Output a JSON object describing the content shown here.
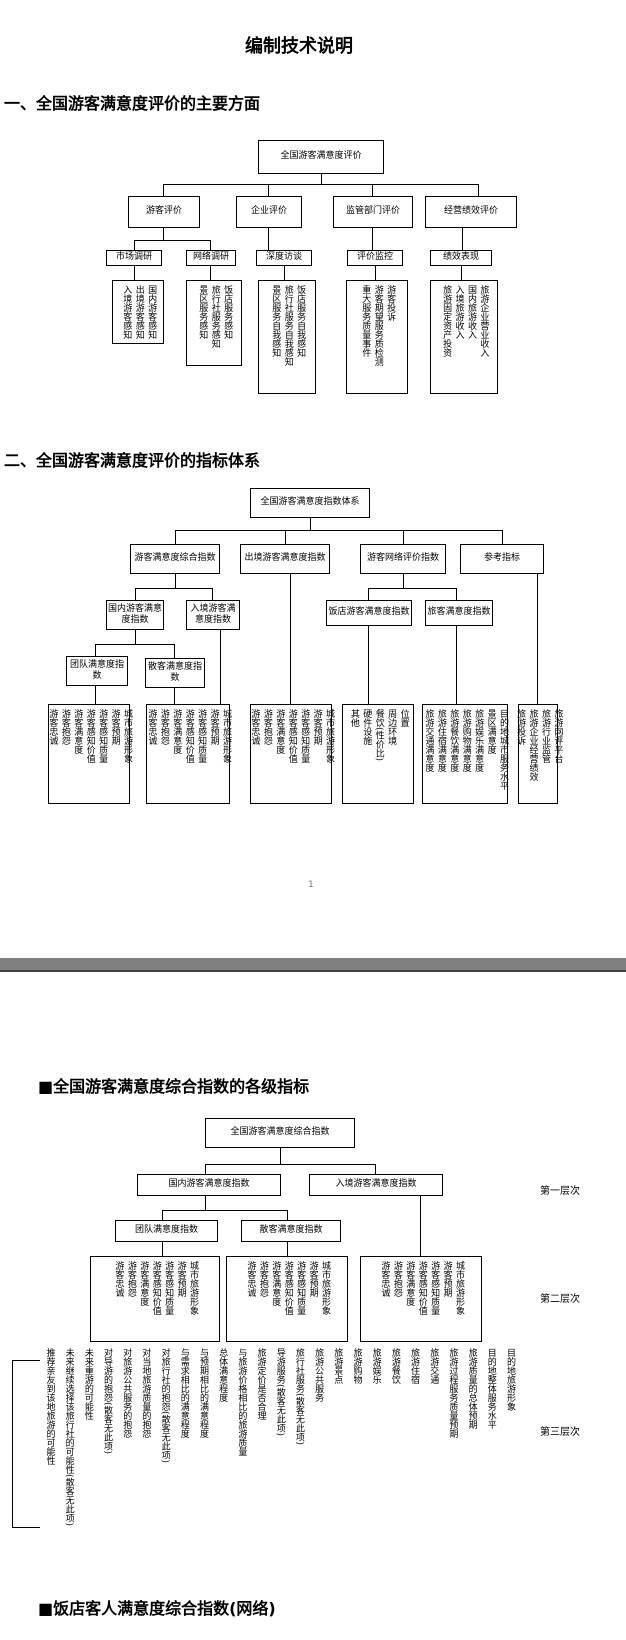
{
  "page1": {
    "title": "编制技术说明",
    "sec1": "一、全国游客满意度评价的主要方面",
    "sec1_root": "全国游客满意度评价",
    "sec1_l2": [
      "游客评价",
      "企业评价",
      "监管部门评价",
      "经营绩效评价"
    ],
    "sec1_l3": [
      "市场调研",
      "网络调研",
      "深度访谈",
      "评价监控",
      "绩效表现"
    ],
    "sec1_leaf1": [
      "入境游客感知",
      "出境游客感知",
      "国内游客感知"
    ],
    "sec1_leaf2": [
      "景区服务感知",
      "旅行社服务感知",
      "饭店服务感知"
    ],
    "sec1_leaf3": [
      "景区服务自我感知",
      "旅行社服务自我感知",
      "饭店服务自我感知"
    ],
    "sec1_leaf4": [
      "重大服务质量事件",
      "游客期望服务质检测",
      "游客投诉"
    ],
    "sec1_leaf5": [
      "旅游固定资产投资",
      "入境旅游收入",
      "国内旅游收入",
      "旅游企业营业收入"
    ],
    "sec2": "二、全国游客满意度评价的指标体系",
    "sec2_root": "全国游客满意度指数体系",
    "sec2_l2": [
      "游客满意度综合指数",
      "出境游客满意度指数",
      "游客网络评价指数",
      "参考指标"
    ],
    "sec2_l3a": [
      "国内游客满意度指数",
      "入境游客满意度指数"
    ],
    "sec2_l3b": [
      "饭店游客满意度指数",
      "旅客满意度指数"
    ],
    "sec2_l4": [
      "团队满意度指数",
      "散客满意度指数"
    ],
    "sec2_leafA": [
      "游客忠诚",
      "游客抱怨",
      "游客满意度",
      "游客感知价值",
      "游客感知质量",
      "游客预期",
      "城市旅游形象"
    ],
    "sec2_leafB": [
      "游客忠诚",
      "游客抱怨",
      "游客满意度",
      "游客感知价值",
      "游客感知质量",
      "游客预期",
      "城市旅游形象"
    ],
    "sec2_leafC": [
      "游客忠诚",
      "游客抱怨",
      "游客满意度",
      "游客感知价值",
      "游客感知质量",
      "游客预期",
      "城市旅游形象"
    ],
    "sec2_leafD": [
      "其他",
      "硬件设施",
      "餐饮(性价比)",
      "周边环境",
      "位置"
    ],
    "sec2_leafE": [
      "旅游交通满意度",
      "旅游住宿满意度",
      "旅游餐饮满意度",
      "旅游购物满意度",
      "旅游娱乐满意度",
      "景区满意度",
      "目的地城市服务水平"
    ],
    "sec2_leafF": [
      "旅游投诉",
      "旅游企业经营绩效",
      "旅游行业监管",
      "旅游网评平台"
    ],
    "page_number": "1"
  },
  "page2": {
    "heading": "■全国游客满意度综合指数的各级指标",
    "root": "全国游客满意度综合指数",
    "l1": [
      "国内游客满意度指数",
      "入境游客满意度指数"
    ],
    "l2": [
      "团队满意度指数",
      "散客满意度指数"
    ],
    "layers": [
      "第一层次",
      "第二层次",
      "第三层次"
    ],
    "box1": [
      "游客忠诚",
      "游客抱怨",
      "游客满意度",
      "游客感知价值",
      "游客感知质量",
      "游客预期",
      "城市旅游形象"
    ],
    "box2": [
      "游客忠诚",
      "游客抱怨",
      "游客满意度",
      "游客感知价值",
      "游客感知质量",
      "游客预期",
      "城市旅游形象"
    ],
    "box3": [
      "游客忠诚",
      "游客抱怨",
      "游客满意度",
      "游客感知价值",
      "游客感知质量",
      "游客预期",
      "城市旅游形象"
    ],
    "third": [
      "推荐亲友到该地旅游的可能性",
      "未来继续选择该旅行社的可能性(散客无此项)",
      "未来重游的可能性",
      "对导游的抱怨(散客无此项)",
      "对旅游公共服务的抱怨",
      "对当地旅游质量的抱怨",
      "对旅行社的抱怨(散客无此项)",
      "与需求相比的满意程度",
      "与预期相比的满意程度",
      "总体满意程度",
      "与旅游价格相比的旅游质量",
      "旅游定价是否合理",
      "导游服务(散客无此项)",
      "旅行社服务(散客无此项)",
      "旅游公共服务",
      "旅游景点",
      "旅游购物",
      "旅游娱乐",
      "旅游餐饮",
      "旅游住宿",
      "旅游交通",
      "旅游过程服务质量预期",
      "旅游质量的总体预期",
      "目的地整体服务水平",
      "目的地旅游形象"
    ],
    "footer": "■饭店客人满意度综合指数(网络)"
  }
}
